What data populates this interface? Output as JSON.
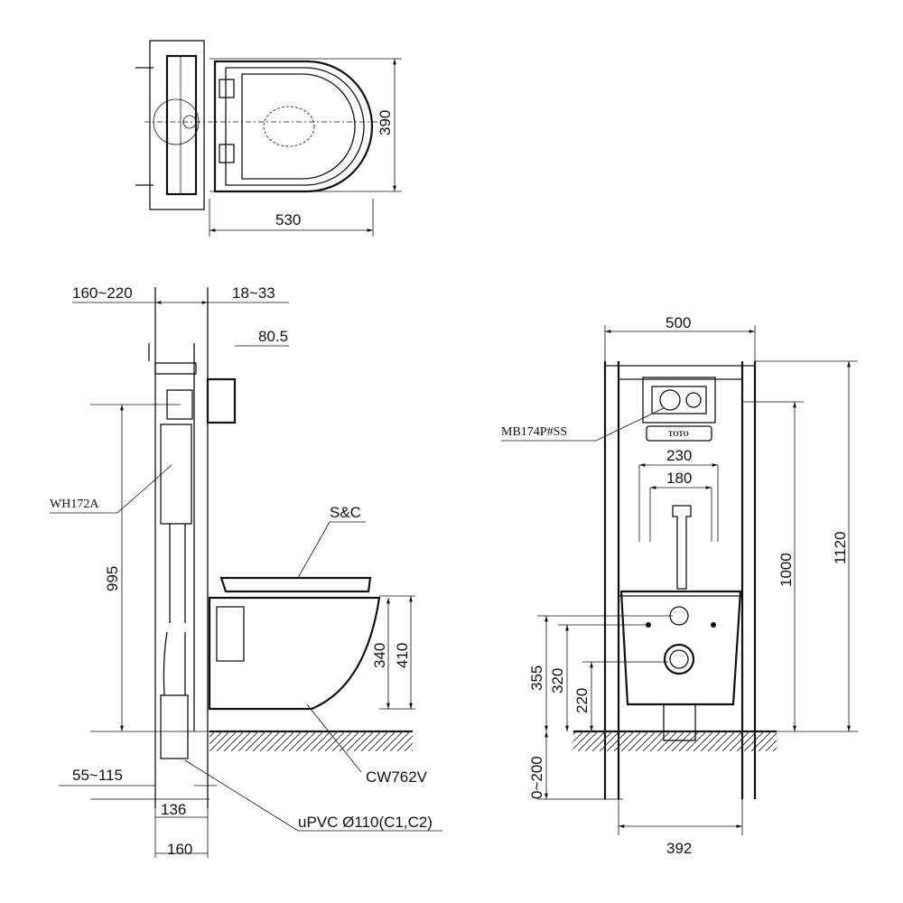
{
  "top_view": {
    "width_dim": "530",
    "depth_dim": "390"
  },
  "side_view": {
    "frame_depth_dim": "160~220",
    "wall_dim": "18~33",
    "plate_dim": "80.5",
    "height_dim": "995",
    "cistern_label": "WH172A",
    "seat_label": "S&C",
    "bowl_label": "CW762V",
    "bowl_340_dim": "340",
    "bowl_410_dim": "410",
    "pipe_offset_dim": "55~115",
    "dim_136": "136",
    "dim_160": "160",
    "pipe_label": "uPVC Ø110(C1,C2)"
  },
  "front_view": {
    "width_dim": "500",
    "height_1120_dim": "1120",
    "height_1000_dim": "1000",
    "dim_230": "230",
    "dim_180": "180",
    "dim_355": "355",
    "dim_320": "320",
    "dim_220": "220",
    "leg_dim": "0~200",
    "feet_dim": "392",
    "button_label": "MB174P#SS",
    "brand": "TOTO"
  }
}
